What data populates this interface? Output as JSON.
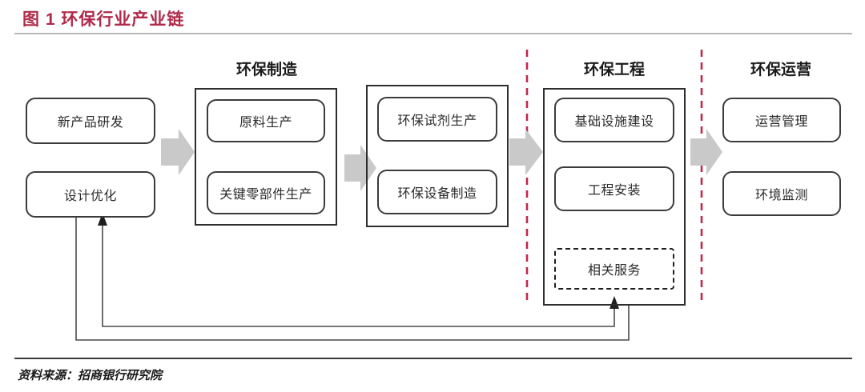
{
  "figure": {
    "title": "图 1  环保行业产业链",
    "source": "资料来源：招商银行研究院",
    "accent_color": "#b02a4a",
    "divider_color": "#c0294a",
    "arrow_color": "#c9c9c9",
    "box_border_color": "#3b3b3b"
  },
  "stages": [
    {
      "heading": "",
      "nodes": [
        {
          "label": "新产品研发",
          "style": "solid"
        },
        {
          "label": "设计优化",
          "style": "solid"
        }
      ]
    },
    {
      "heading": "环保制造",
      "nodes": [
        {
          "label": "原料生产",
          "style": "solid"
        },
        {
          "label": "关键零部件生产",
          "style": "solid"
        }
      ]
    },
    {
      "heading": "",
      "nodes": [
        {
          "label": "环保试剂生产",
          "style": "solid"
        },
        {
          "label": "环保设备制造",
          "style": "solid"
        }
      ]
    },
    {
      "heading": "环保工程",
      "nodes": [
        {
          "label": "基础设施建设",
          "style": "solid"
        },
        {
          "label": "工程安装",
          "style": "solid"
        },
        {
          "label": "相关服务",
          "style": "dashed"
        }
      ]
    },
    {
      "heading": "环保运营",
      "nodes": [
        {
          "label": "运营管理",
          "style": "solid"
        },
        {
          "label": "环境监测",
          "style": "solid"
        }
      ]
    }
  ],
  "icons": {
    "flow_arrow": "block-right-arrow-icon",
    "feedback_arrow": "feedback-up-arrow-icon",
    "segment_divider": "red-dashed-divider-icon"
  }
}
